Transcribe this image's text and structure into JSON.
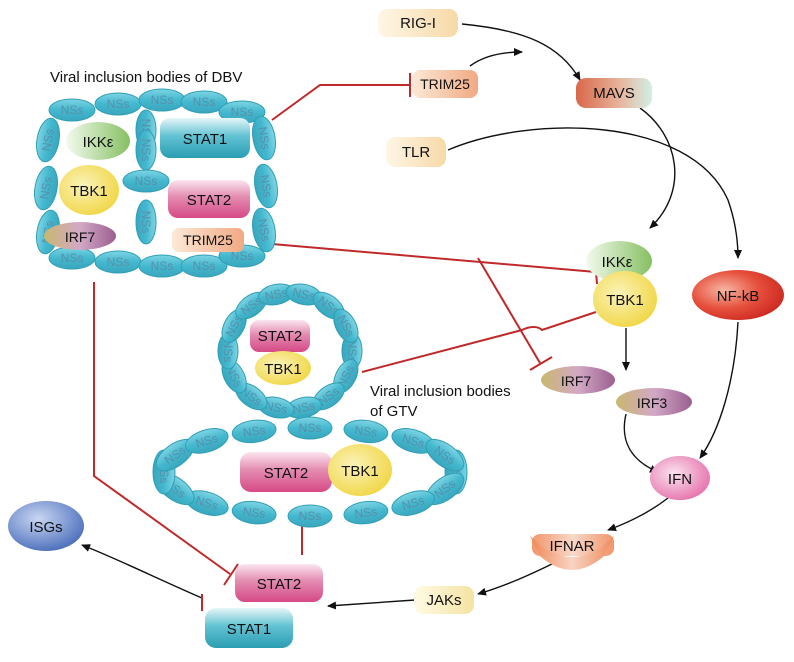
{
  "titles": {
    "dbv": "Viral inclusion bodies of DBV",
    "gtv_line1": "Viral inclusion bodies",
    "gtv_line2": "of GTV"
  },
  "nss_label": "NSs",
  "dbv_body": {
    "ikke": "IKKε",
    "tbk1": "TBK1",
    "irf7": "IRF7",
    "stat1": "STAT1",
    "stat2": "STAT2",
    "trim25": "TRIM25"
  },
  "gtv_body": {
    "stat2_top": "STAT2",
    "tbk1_top": "TBK1",
    "stat2_bottom": "STAT2",
    "tbk1_bottom": "TBK1"
  },
  "pathway": {
    "rigi": "RIG-I",
    "trim25": "TRIM25",
    "mavs": "MAVS",
    "tlr": "TLR",
    "ikke": "IKKε",
    "tbk1": "TBK1",
    "nfkb": "NF-kB",
    "irf7": "IRF7",
    "irf3": "IRF3",
    "ifn": "IFN",
    "ifnar": "IFNAR",
    "jaks": "JAKs",
    "stat2": "STAT2",
    "stat1": "STAT1",
    "isgs": "ISGs"
  },
  "colors": {
    "nss_fill": "#4fc0d6",
    "inhibit_line": "#c0282a",
    "stat1": "#2ea7bb",
    "stat2": "#d94f89",
    "tbk1": "#f2d94a",
    "ikke": "#8dc46a",
    "irf": "#b47aa6",
    "trim25": "#f0b08e",
    "nfkb": "#d92a20",
    "ifn": "#e56aa8",
    "isgs": "#4c6fbd",
    "pale": "#f8dfb2"
  }
}
